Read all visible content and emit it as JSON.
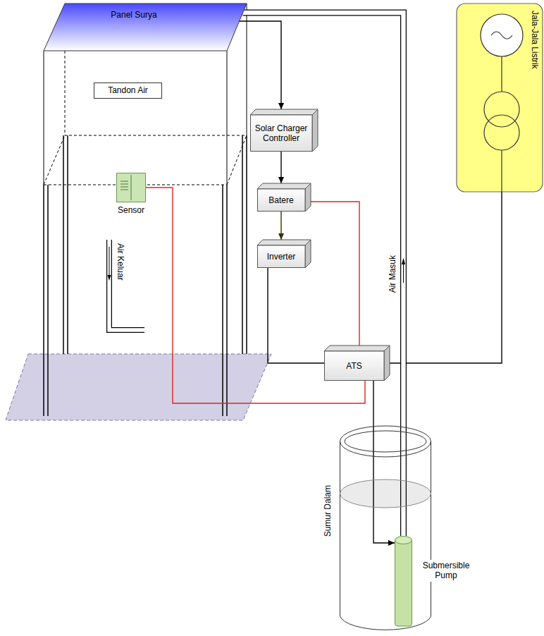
{
  "diagram": {
    "nodes": [
      {
        "text": [
          "Panel Surya"
        ]
      },
      {
        "text": [
          "Tandon Air"
        ]
      },
      {
        "text": [
          "Sensor"
        ]
      },
      {
        "text": [
          "Solar Charger Controller"
        ]
      },
      {
        "text": [
          "Batere"
        ]
      },
      {
        "text": [
          "Inverter"
        ]
      },
      {
        "text": [
          "ATS"
        ]
      },
      {
        "text": [
          "Jala-Jala Listrik"
        ]
      },
      {
        "text": [
          "Sumur Dalam"
        ]
      },
      {
        "text": [
          "Submersible Pump"
        ],
        "in": 8
      }
    ],
    "edges": [
      {
        "from": 0,
        "to": 3,
        "arrow": "to"
      },
      {
        "from": 3,
        "to": 4,
        "arrow": "to"
      },
      {
        "from": 4,
        "to": 5,
        "arrow": "to"
      },
      {
        "from": 5,
        "to": 6,
        "arrow": "none"
      },
      {
        "from": 4,
        "to": 6,
        "arrow": "none"
      },
      {
        "from": 7,
        "to": 6,
        "arrow": "none"
      },
      {
        "from": 6,
        "to": 9,
        "arrow": "to"
      },
      {
        "from": 2,
        "to": 6,
        "arrow": "none"
      },
      {
        "from": 9,
        "to": 0,
        "label": "Air Masuk",
        "arrow": "to"
      }
    ],
    "labels": [
      "Air Keluar"
    ]
  }
}
